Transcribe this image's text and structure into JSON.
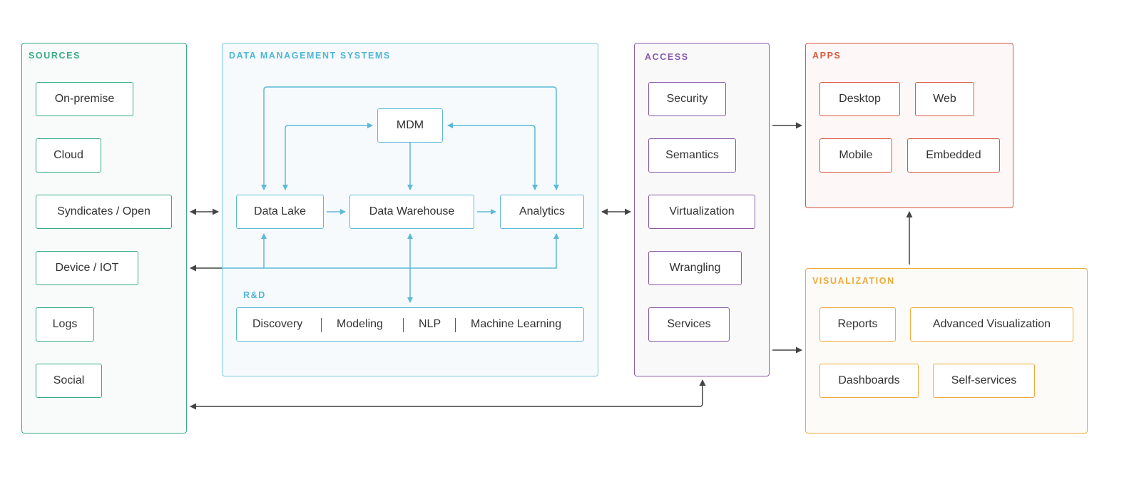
{
  "panels": {
    "sources": {
      "title": "SOURCES",
      "items": [
        "On-premise",
        "Cloud",
        "Syndicates / Open",
        "Device / IOT",
        "Logs",
        "Social"
      ]
    },
    "dms": {
      "title": "DATA MANAGEMENT SYSTEMS",
      "mdm": "MDM",
      "data_lake": "Data Lake",
      "data_warehouse": "Data Warehouse",
      "analytics": "Analytics"
    },
    "rd": {
      "title": "R&D",
      "items": [
        "Discovery",
        "Modeling",
        "NLP",
        "Machine Learning"
      ]
    },
    "access": {
      "title": "ACCESS",
      "items": [
        "Security",
        "Semantics",
        "Virtualization",
        "Wrangling",
        "Services"
      ]
    },
    "apps": {
      "title": "APPS",
      "items": [
        "Desktop",
        "Web",
        "Mobile",
        "Embedded"
      ]
    },
    "visualization": {
      "title": "VISUALIZATION",
      "items": [
        "Reports",
        "Advanced Visualization",
        "Dashboards",
        "Self-services"
      ]
    }
  },
  "colors": {
    "sources": "#3aaa87",
    "dms": "#5cb9d8",
    "access": "#8a5aa8",
    "apps": "#d9583f",
    "visualization": "#eeaa3c",
    "arrow_dark": "#444444"
  }
}
